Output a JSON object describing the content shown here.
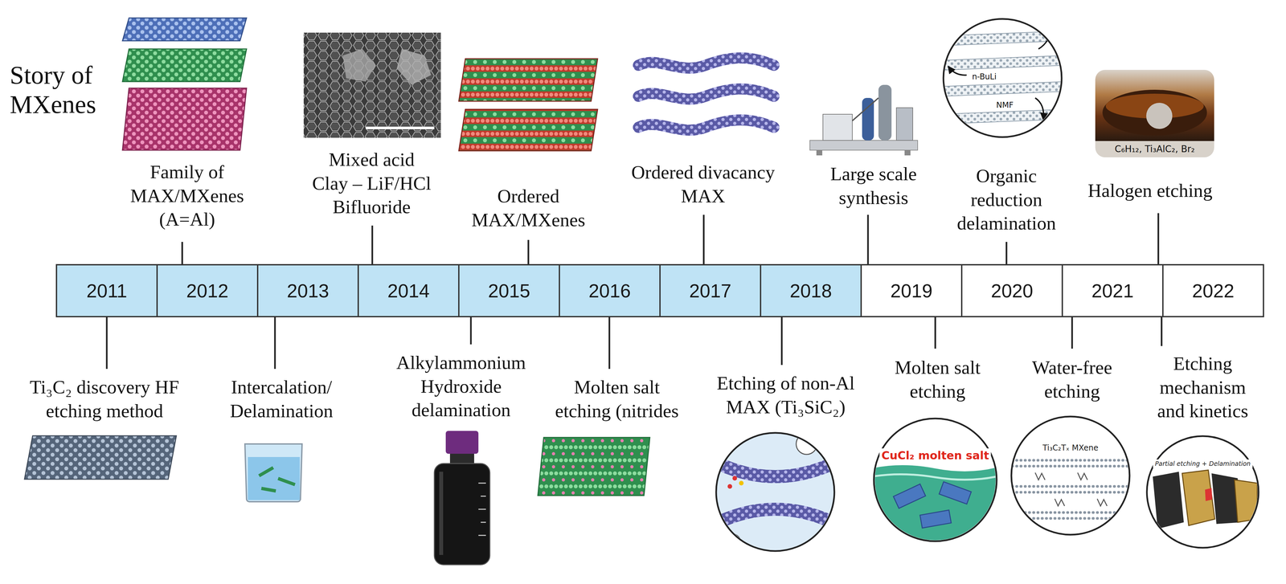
{
  "diagram": {
    "title": "Story of MXenes",
    "nodes": [
      {
        "text": [
          "2011"
        ]
      },
      {
        "text": [
          "2012"
        ]
      },
      {
        "text": [
          "2013"
        ]
      },
      {
        "text": [
          "2014"
        ]
      },
      {
        "text": [
          "2015"
        ]
      },
      {
        "text": [
          "2016"
        ]
      },
      {
        "text": [
          "2017"
        ]
      },
      {
        "text": [
          "2018"
        ]
      },
      {
        "text": [
          "2019"
        ]
      },
      {
        "text": [
          "2020"
        ]
      },
      {
        "text": [
          "2021"
        ]
      },
      {
        "text": [
          "2022"
        ]
      }
    ],
    "labels": [
      "Family of MAX/MXenes (A=Al)",
      "Mixed acid Clay – LiF/HCl Bifluoride",
      "Ordered MAX/MXenes",
      "Ordered divacancy MAX",
      "Large scale synthesis",
      "n-BuLi",
      "NMF",
      "Organic reduction delamination",
      "C₆H₁₂, Ti₃AlC₂, Br₂",
      "Halogen etching",
      "Ti₃C₂ discovery HF etching method",
      "Intercalation/ Delamination",
      "Alkylammonium Hydroxide delamination",
      "Molten salt etching (nitrides",
      "Etching of non-Al MAX (Ti₃SiC₂)",
      "Molten salt etching",
      "CuCl₂ molten salt",
      "Water-free etching",
      "Ti₃C₂Tₓ MXene",
      "Etching mechanism and kinetics",
      "Partial etching + Delamination"
    ]
  }
}
